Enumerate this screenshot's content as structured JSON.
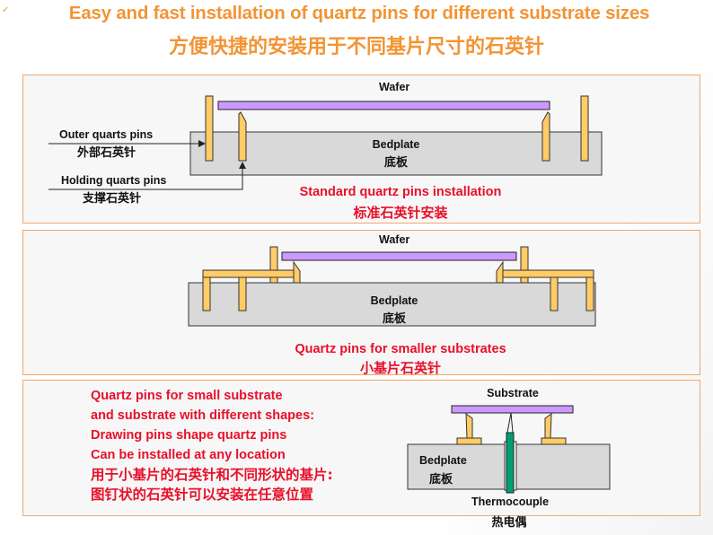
{
  "header": {
    "check_icon": "check-mark",
    "title_en": "Easy and fast installation of quartz pins for different substrate sizes",
    "title_cn": "方便快捷的安装用于不同基片尺寸的石英针"
  },
  "colors": {
    "title": "#f29434",
    "panel_border": "#f3a66a",
    "panel_bg": "#f7f7f7",
    "caption_red": "#e8102a",
    "wafer": "#cc99ff",
    "pin": "#ffcc66",
    "bedplate": "#d9d9d9",
    "thermocouple": "#009e73"
  },
  "panel_standard": {
    "wafer_label": "Wafer",
    "bedplate_label_en": "Bedplate",
    "bedplate_label_cn": "底板",
    "outer_pins_en": "Outer quarts pins",
    "outer_pins_cn": "外部石英针",
    "holding_pins_en": "Holding quarts pins",
    "holding_pins_cn": "支撑石英针",
    "caption_en": "Standard quartz pins installation",
    "caption_cn": "标准石英针安装"
  },
  "panel_smaller": {
    "wafer_label": "Wafer",
    "bedplate_label_en": "Bedplate",
    "bedplate_label_cn": "底板",
    "caption_en": "Quartz pins for smaller substrates",
    "caption_cn": "小基片石英针"
  },
  "panel_drawing_pins": {
    "lines_en": [
      "Quartz pins for small substrate",
      "and substrate with different shapes:",
      "Drawing pins shape quartz pins",
      "Can be installed at any location"
    ],
    "lines_cn": [
      "用于小基片的石英针和不同形状的基片:",
      "图钉状的石英针可以安装在任意位置"
    ],
    "substrate_label": "Substrate",
    "bedplate_label_en": "Bedplate",
    "bedplate_label_cn": "底板",
    "thermocouple_en": "Thermocouple",
    "thermocouple_cn": "热电偶"
  }
}
